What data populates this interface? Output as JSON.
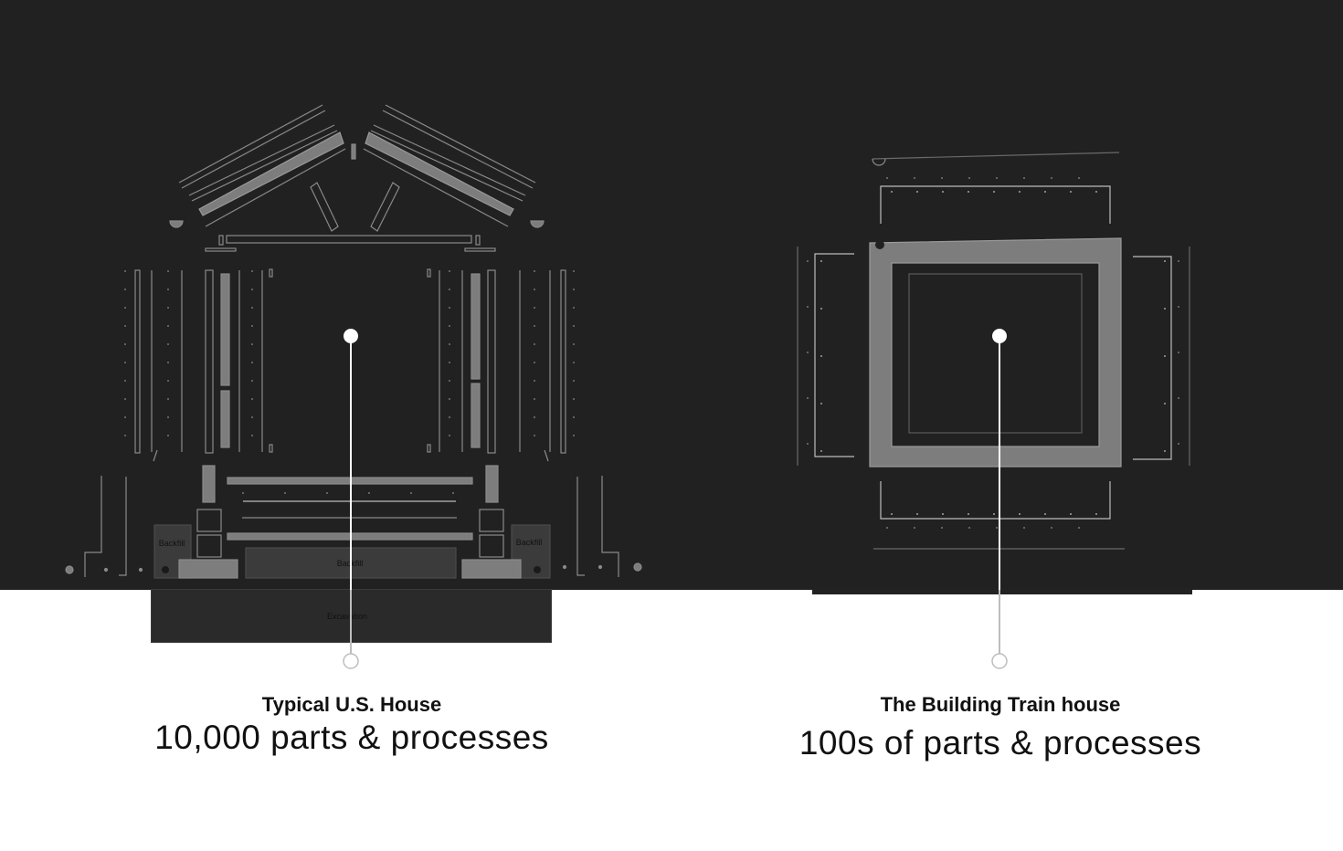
{
  "left": {
    "title": "Typical U.S. House",
    "subtitle": "10,000 parts & processes",
    "labels": {
      "backfill_left": "Backfill",
      "backfill_center": "Backfill",
      "backfill_right": "Backfill",
      "excavation": "Excavation"
    }
  },
  "right": {
    "title": "The Building Train house",
    "subtitle": "100s of parts & processes"
  },
  "colors": {
    "background_dark": "#212121",
    "line": "#8a8a8a",
    "fill": "#7d7d7d",
    "page": "#ffffff"
  }
}
